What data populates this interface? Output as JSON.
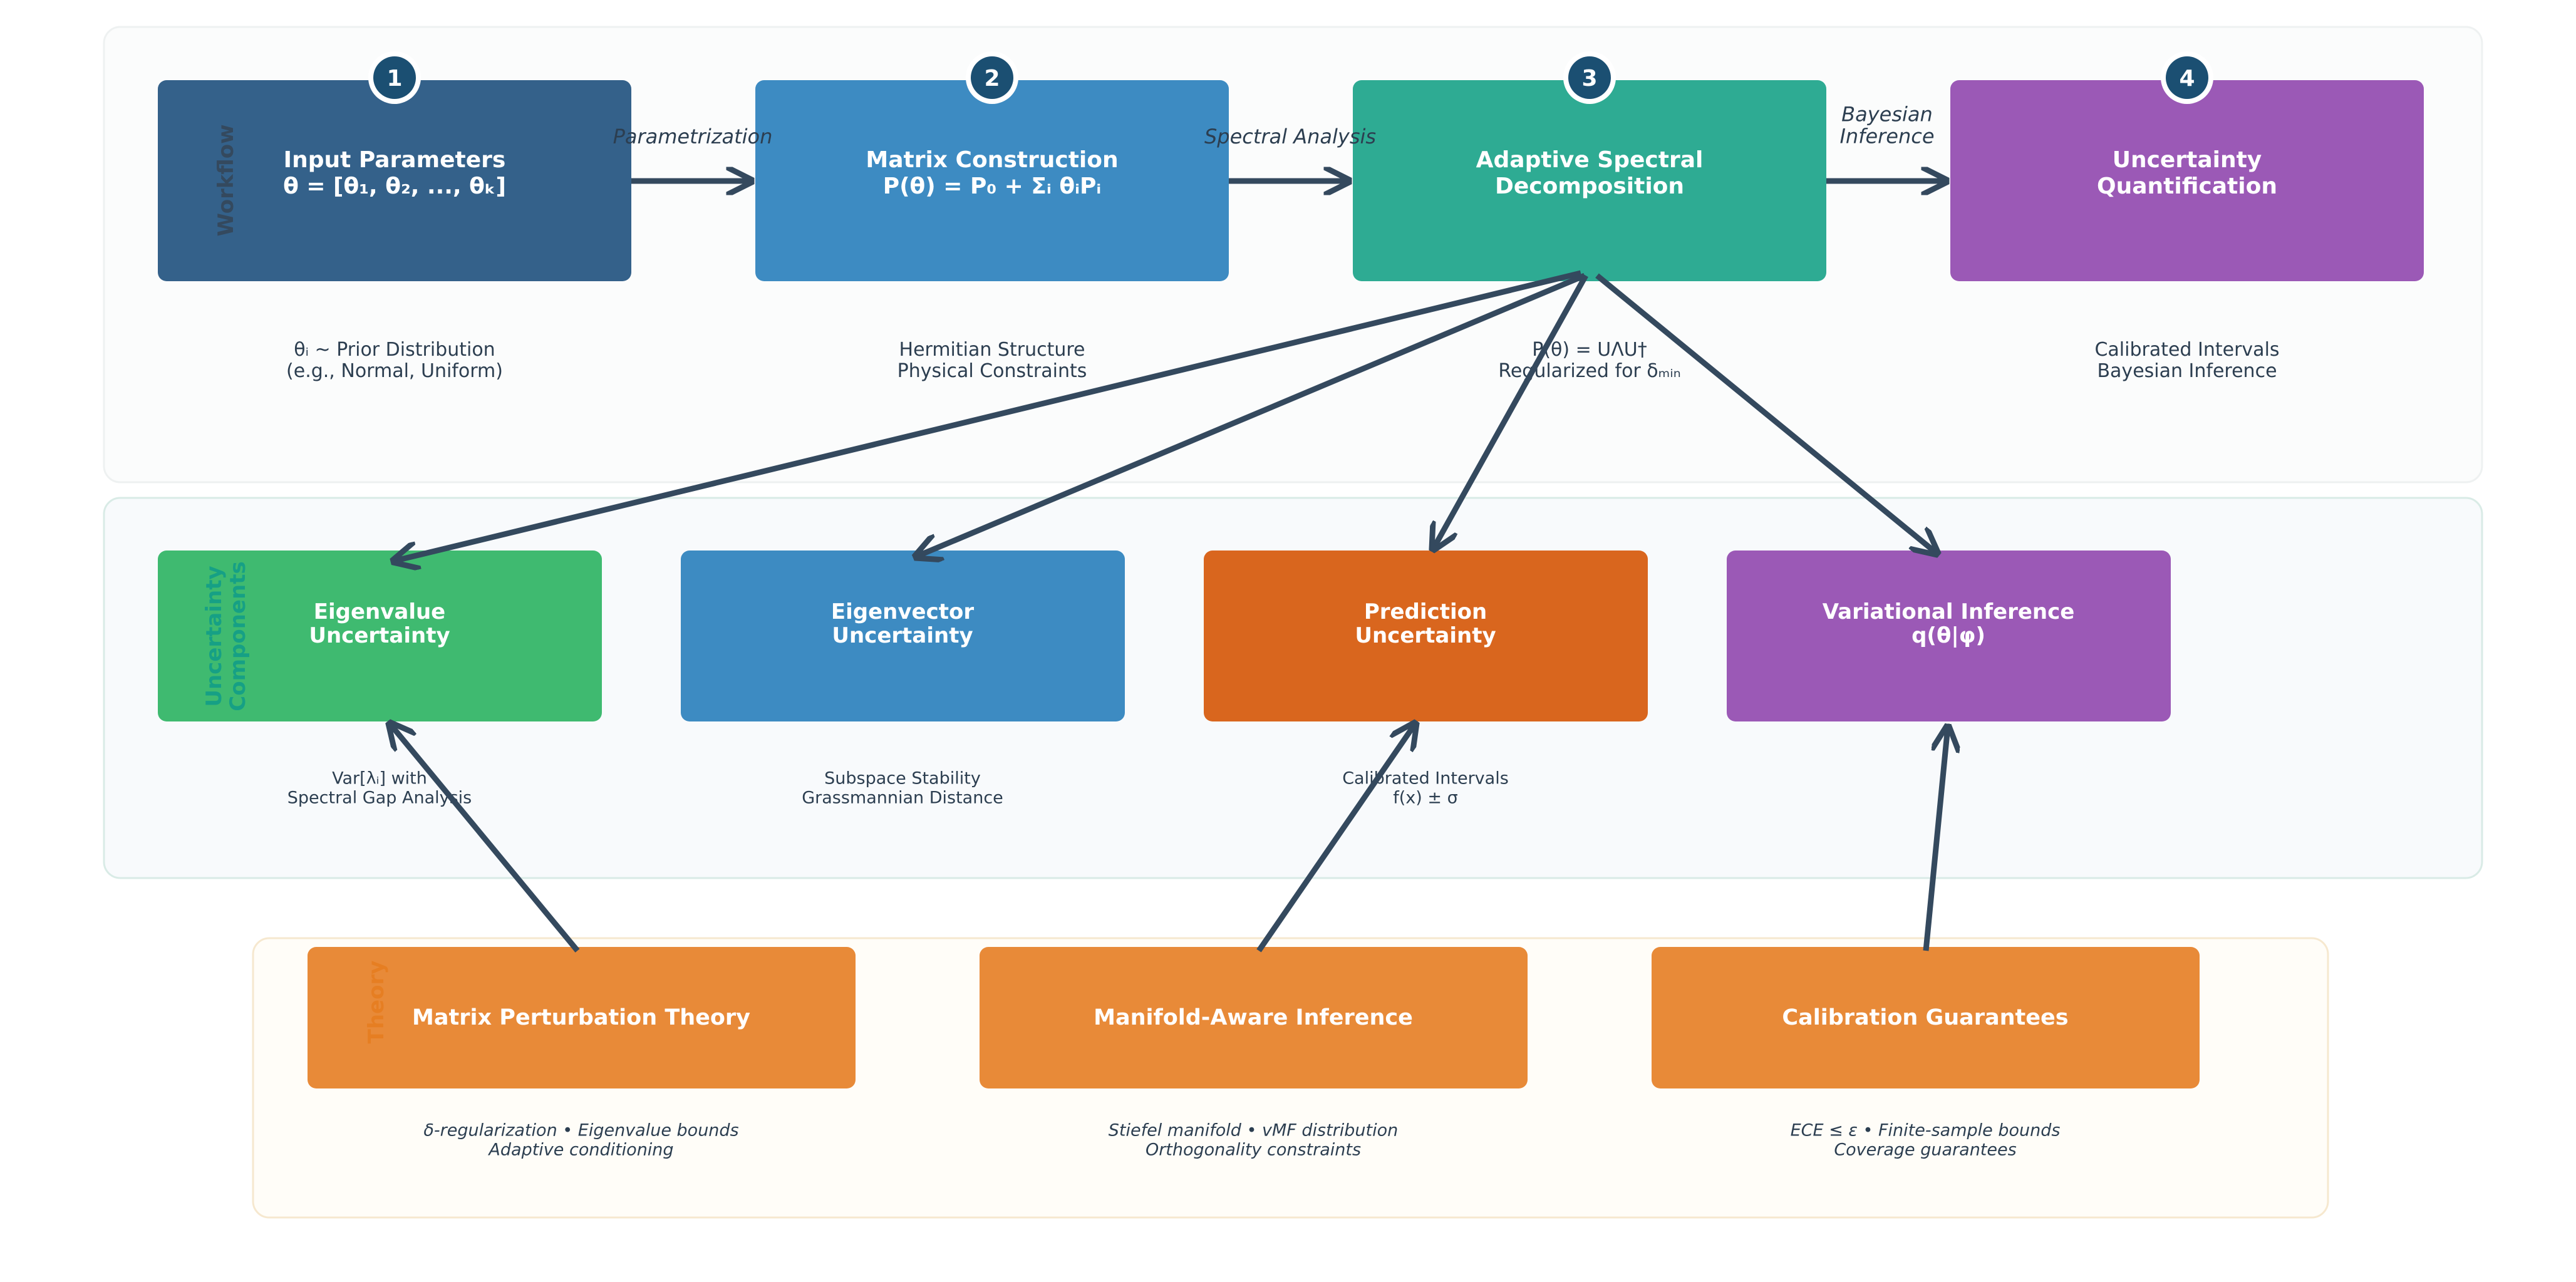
{
  "panels": {
    "workflow": {
      "label": "Workflow",
      "color": "#34495e",
      "bg": "#fbfcfc",
      "border": "#eef1f1"
    },
    "components": {
      "label": "Uncertainty\nComponents",
      "color": "#16a085",
      "bg": "#f8fafc",
      "border": "#d9ebe6"
    },
    "theory": {
      "label": "Theory",
      "color": "#e67e22",
      "bg": "#fffdf8",
      "border": "#f6e8cf"
    }
  },
  "workflow": [
    {
      "step": "1",
      "title": "Input Parameters\nθ = [θ₁, θ₂, ..., θₖ]",
      "color": "#34618a",
      "desc": "θᵢ ~ Prior Distribution\n(e.g., Normal, Uniform)"
    },
    {
      "step": "2",
      "title": "Matrix Construction\nP(θ) = P₀ + Σᵢ θᵢPᵢ",
      "color": "#3d8bc2",
      "desc": "Hermitian Structure\nPhysical Constraints"
    },
    {
      "step": "3",
      "title": "Adaptive Spectral\nDecomposition",
      "color": "#2eab93",
      "desc": "P(θ) = UΛU†\nRegularized for δₘᵢₙ"
    },
    {
      "step": "4",
      "title": "Uncertainty\nQuantification",
      "color": "#9b59b6",
      "desc": "Calibrated Intervals\nBayesian Inference"
    }
  ],
  "edge_labels": [
    "Parametrization",
    "Spectral Analysis",
    "Bayesian\nInference"
  ],
  "step_badge_color": "#1b4f72",
  "components": [
    {
      "title": "Eigenvalue\nUncertainty",
      "color": "#3fba70",
      "desc": "Var[λᵢ] with\nSpectral Gap Analysis"
    },
    {
      "title": "Eigenvector\nUncertainty",
      "color": "#3d8bc2",
      "desc": "Subspace Stability\nGrassmannian Distance"
    },
    {
      "title": "Prediction\nUncertainty",
      "color": "#d9661e",
      "desc": "Calibrated Intervals\nf(x) ± σ"
    },
    {
      "title": "Variational Inference\nq(θ|φ)",
      "color": "#9b59b6",
      "desc": ""
    }
  ],
  "theory": [
    {
      "title": "Matrix Perturbation Theory",
      "color": "#e88a38",
      "desc": "δ-regularization • Eigenvalue bounds\nAdaptive conditioning"
    },
    {
      "title": "Manifold-Aware Inference",
      "color": "#e88a38",
      "desc": "Stiefel manifold • vMF distribution\nOrthogonality constraints"
    },
    {
      "title": "Calibration Guarantees",
      "color": "#e88a38",
      "desc": "ECE ≤ ε • Finite-sample bounds\nCoverage guarantees"
    }
  ],
  "arrow_color": "#34495e"
}
